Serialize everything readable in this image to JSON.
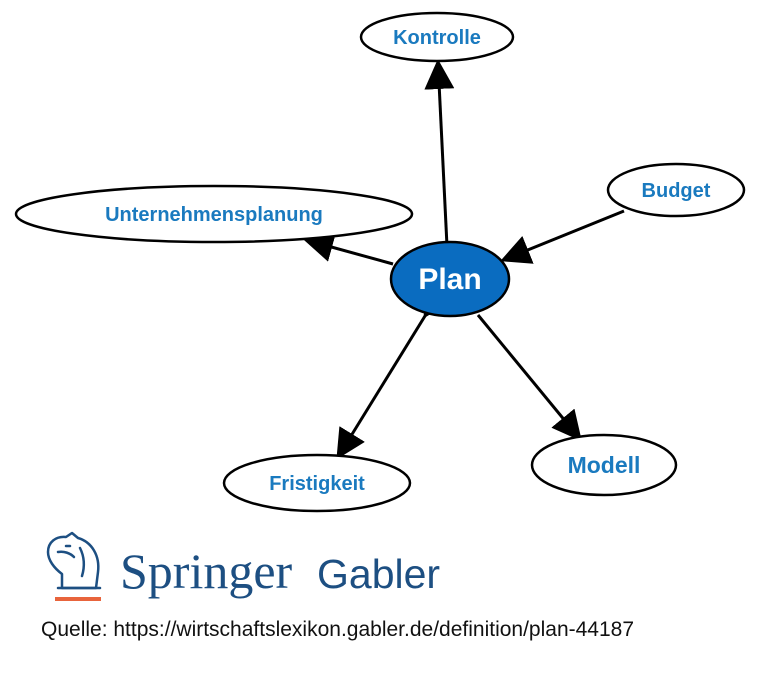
{
  "diagram": {
    "center": "Plan",
    "nodes": {
      "kontrolle": "Kontrolle",
      "budget": "Budget",
      "unternehmensplanung": "Unternehmensplanung",
      "modell": "Modell",
      "fristigkeit": "Fristigkeit"
    },
    "colors": {
      "center_fill": "#0a6cc0",
      "label": "#1a7abf",
      "edge": "#000000"
    }
  },
  "logo": {
    "brand": "Springer",
    "sub": "Gabler",
    "color": "#1d4f82",
    "accent": "#e8643c"
  },
  "source": {
    "text": "Quelle: https://wirtschaftslexikon.gabler.de/definition/plan-44187"
  }
}
